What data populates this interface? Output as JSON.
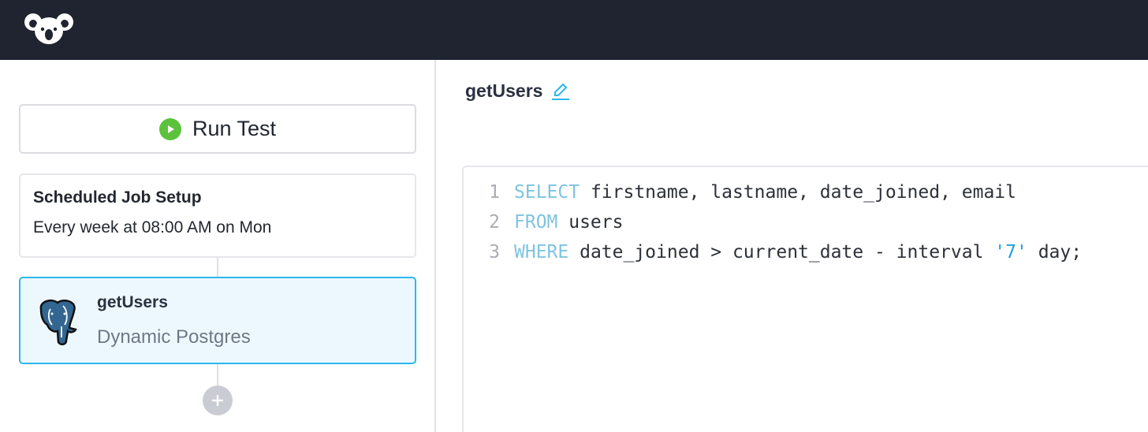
{
  "topbar": {
    "logo_icon": "koala-logo-icon",
    "background": "#1f2430"
  },
  "left_panel": {
    "run_test": {
      "label": "Run Test",
      "icon": "play-circle-icon",
      "icon_color": "#5cc23c"
    },
    "trigger_card": {
      "title": "Scheduled Job Setup",
      "subtitle": "Every week at 08:00 AM on Mon"
    },
    "steps": [
      {
        "name": "getUsers",
        "type": "Dynamic Postgres",
        "icon": "postgres-elephant-icon",
        "selected": true
      }
    ],
    "add_step_icon": "plus-icon"
  },
  "editor_panel": {
    "step_name": "getUsers",
    "edit_icon": "pencil-icon",
    "accent_color": "#2bb8ec",
    "code_lines": [
      {
        "number": "1",
        "keyword": "SELECT",
        "rest": " firstname, lastname, date_joined, email"
      },
      {
        "number": "2",
        "keyword": "FROM",
        "rest": " users"
      },
      {
        "number": "3",
        "keyword": "WHERE",
        "rest": " date_joined > current_date - interval ",
        "string": "'7'",
        "tail": " day;"
      }
    ]
  }
}
